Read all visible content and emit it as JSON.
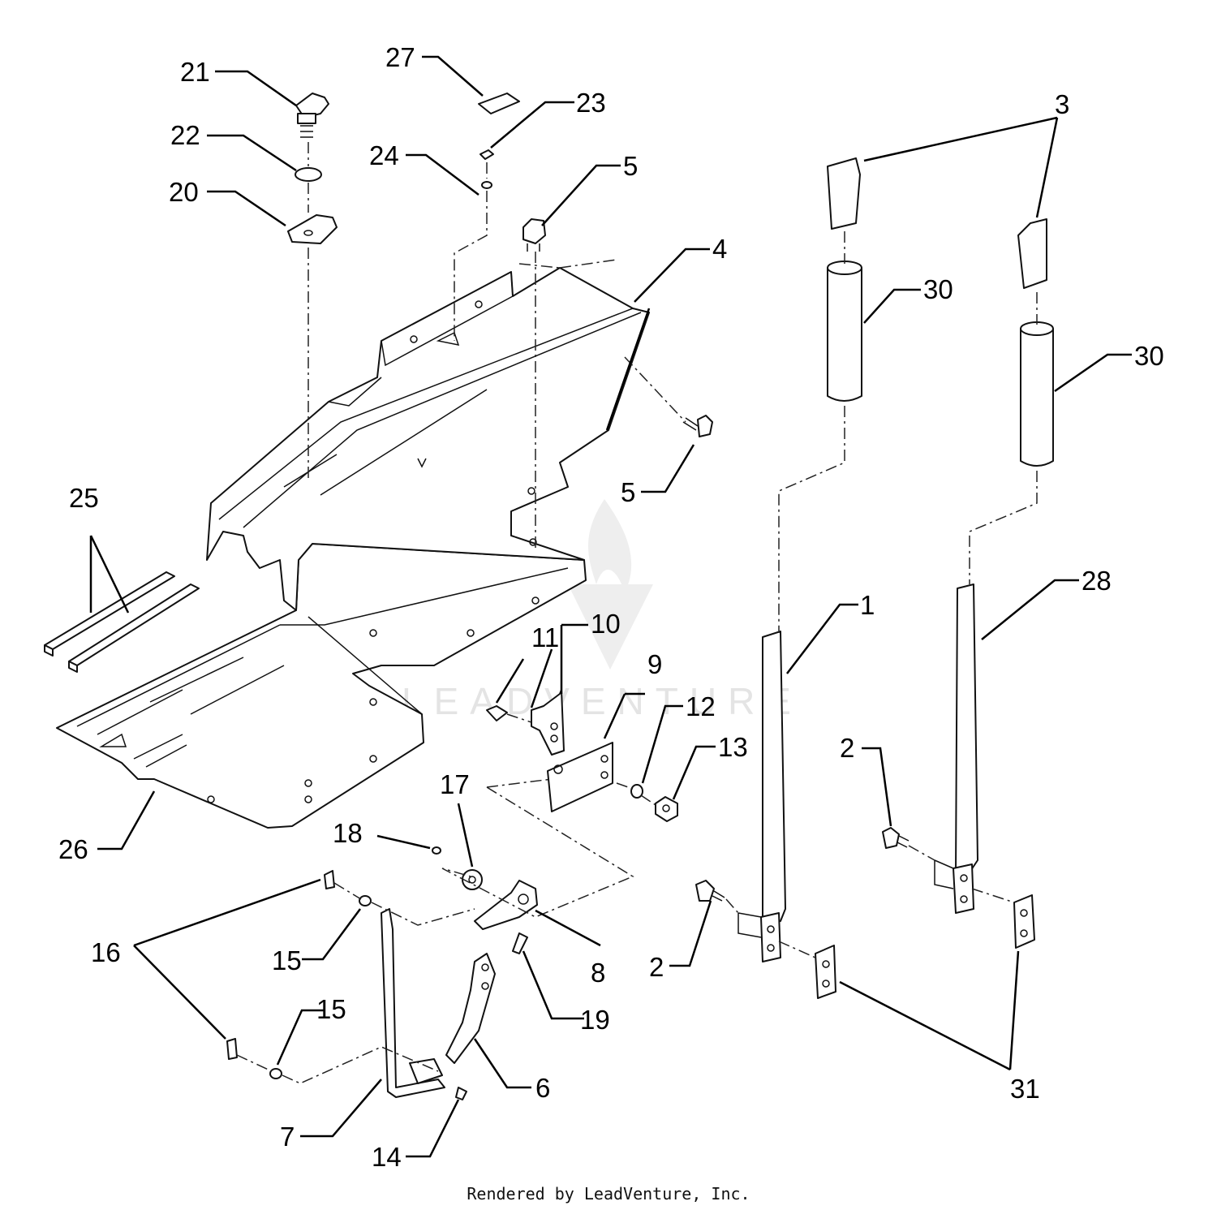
{
  "callouts": {
    "c1": "1",
    "c2a": "2",
    "c2b": "2",
    "c3": "3",
    "c4": "4",
    "c5a": "5",
    "c5b": "5",
    "c6": "6",
    "c7": "7",
    "c8": "8",
    "c9": "9",
    "c10": "10",
    "c11": "11",
    "c12": "12",
    "c13": "13",
    "c14": "14",
    "c15a": "15",
    "c15b": "15",
    "c16": "16",
    "c17": "17",
    "c18": "18",
    "c19": "19",
    "c20": "20",
    "c21": "21",
    "c22": "22",
    "c23": "23",
    "c24": "24",
    "c25": "25",
    "c26": "26",
    "c27": "27",
    "c28": "28",
    "c30a": "30",
    "c30b": "30",
    "c31": "31"
  },
  "watermark": {
    "text": "LEADVENTURE"
  },
  "footer": {
    "text": "Rendered by LeadVenture, Inc."
  }
}
